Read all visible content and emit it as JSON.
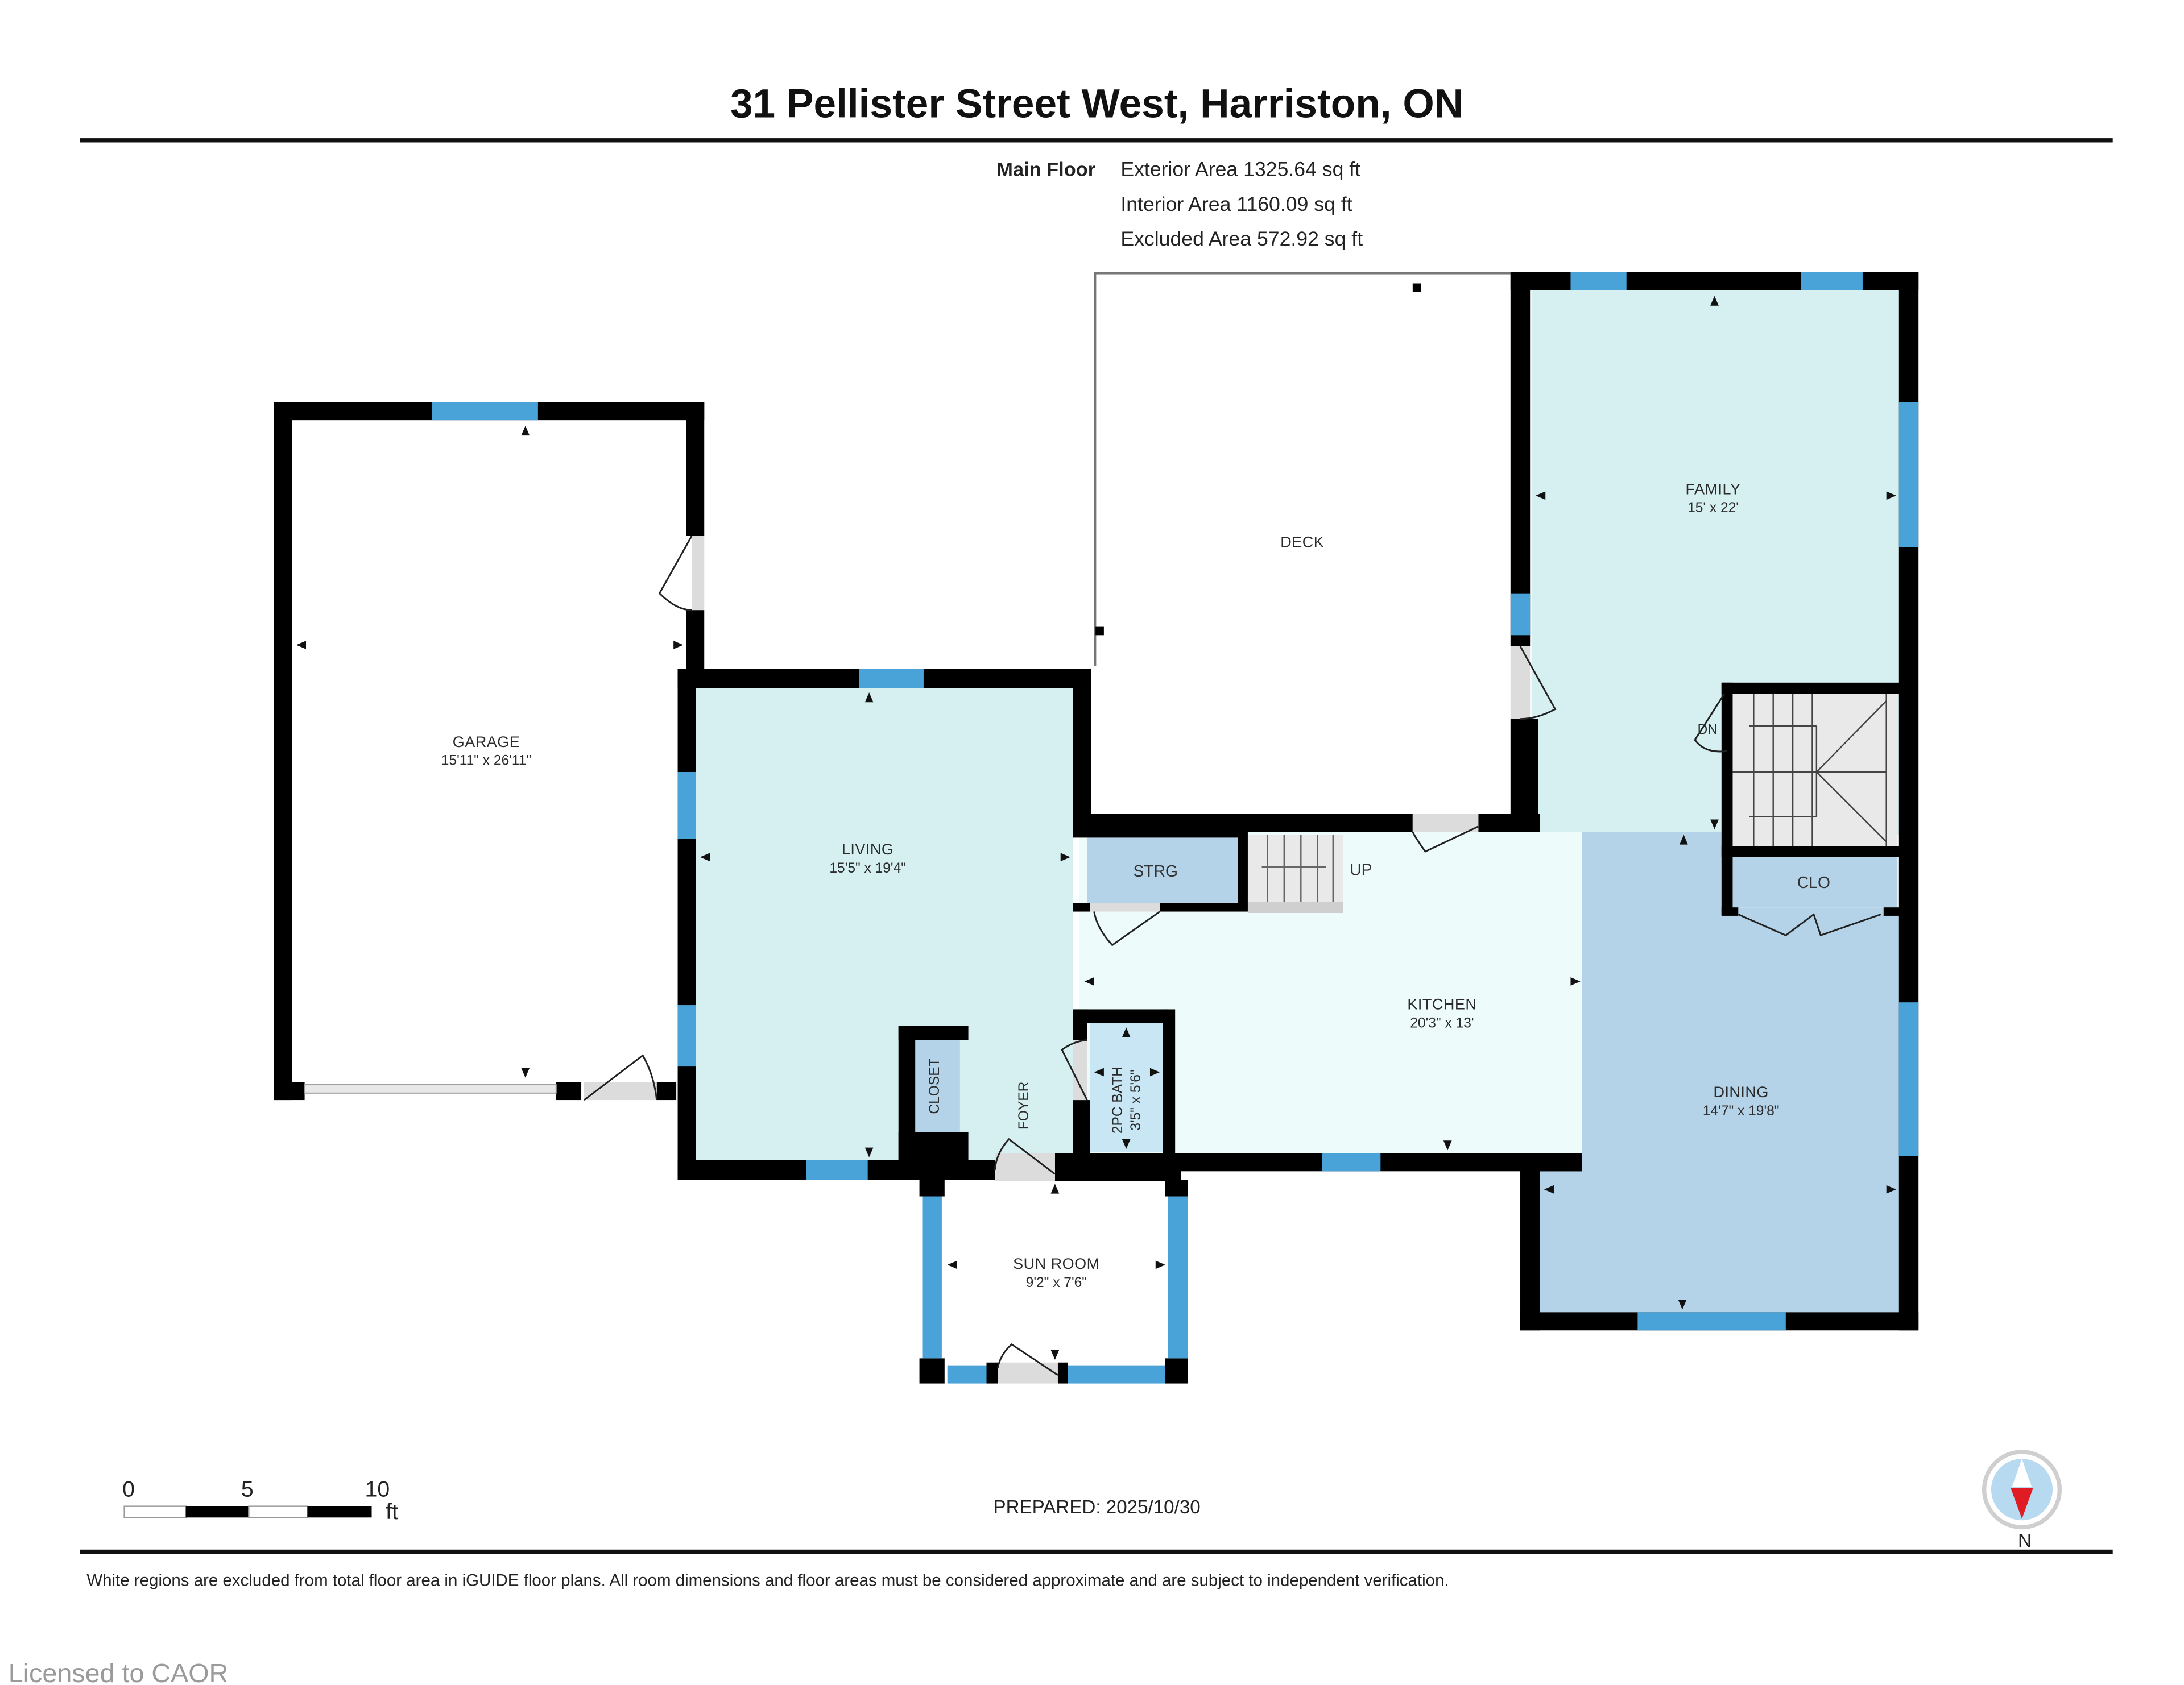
{
  "header": {
    "title": "31 Pellister Street West, Harriston, ON",
    "floor_label": "Main Floor",
    "areas": [
      "Exterior Area 1325.64 sq ft",
      "Interior Area 1160.09 sq ft",
      "Excluded Area 572.92 sq ft"
    ]
  },
  "rooms": {
    "garage": {
      "name": "GARAGE",
      "dims": "15'11\" x 26'11\""
    },
    "living": {
      "name": "LIVING",
      "dims": "15'5\" x 19'4\""
    },
    "deck": {
      "name": "DECK"
    },
    "family": {
      "name": "FAMILY",
      "dims": "15' x 22'"
    },
    "strg": {
      "name": "STRG"
    },
    "stairs_up": {
      "label": "UP"
    },
    "stairs_down": {
      "label": "DN"
    },
    "clo": {
      "name": "CLO"
    },
    "kitchen": {
      "name": "KITCHEN",
      "dims": "20'3\" x 13'"
    },
    "dining": {
      "name": "DINING",
      "dims": "14'7\" x 19'8\""
    },
    "closet": {
      "name": "CLOSET"
    },
    "foyer": {
      "name": "FOYER"
    },
    "bath": {
      "name": "2PC BATH",
      "dims": "3'5\" x 5'6\""
    },
    "sunroom": {
      "name": "SUN ROOM",
      "dims": "9'2\" x 7'6\""
    }
  },
  "colors": {
    "living_fill": "#d6f0f2",
    "kitchen_fill": "#eefbfb",
    "dining_fill": "#b4d3e8",
    "storage_fill": "#b4d3e8",
    "window": "#4aa3d8",
    "wall": "#000000",
    "compass_red": "#e01b24"
  },
  "scale_bar": {
    "ticks": [
      "0",
      "5",
      "10"
    ],
    "unit": "ft"
  },
  "footer": {
    "prepared": "PREPARED: 2025/10/30",
    "compass_label": "N",
    "disclaimer": "White regions are excluded from total floor area in iGUIDE floor plans. All room dimensions and floor areas must be considered approximate and are subject to independent verification.",
    "watermark": "Licensed to CAOR"
  }
}
